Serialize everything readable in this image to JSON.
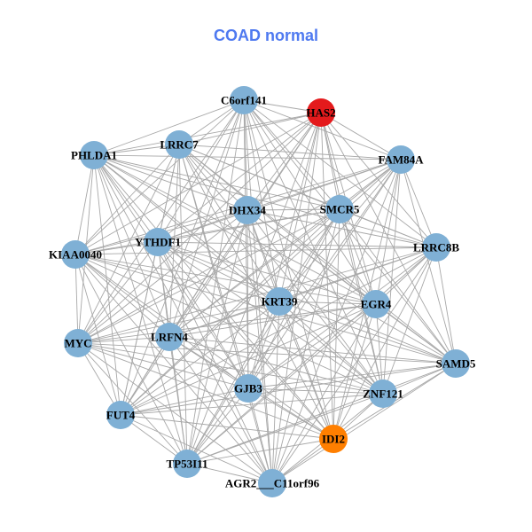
{
  "title": "COAD normal",
  "colors": {
    "default": "#7fb0d5",
    "highlight_red": "#e41a1c",
    "highlight_orange": "#ff7f00",
    "edge": "#a8a8a8",
    "title": "#4e79f0"
  },
  "nodes": [
    {
      "id": "C6orf141",
      "color": "default"
    },
    {
      "id": "HAS2",
      "color": "highlight_red"
    },
    {
      "id": "LRRC7",
      "color": "default"
    },
    {
      "id": "PHLDA1",
      "color": "default"
    },
    {
      "id": "FAM84A",
      "color": "default"
    },
    {
      "id": "DHX34",
      "color": "default"
    },
    {
      "id": "SMCR5",
      "color": "default"
    },
    {
      "id": "YTHDF1",
      "color": "default"
    },
    {
      "id": "KIAA0040",
      "color": "default"
    },
    {
      "id": "LRRC8B",
      "color": "default"
    },
    {
      "id": "KRT39",
      "color": "default"
    },
    {
      "id": "EGR4",
      "color": "default"
    },
    {
      "id": "MYC",
      "color": "default"
    },
    {
      "id": "LRFN4",
      "color": "default"
    },
    {
      "id": "SAMD5",
      "color": "default"
    },
    {
      "id": "GJB3",
      "color": "default"
    },
    {
      "id": "ZNF121",
      "color": "default"
    },
    {
      "id": "FUT4",
      "color": "default"
    },
    {
      "id": "IDI2",
      "color": "highlight_orange"
    },
    {
      "id": "TP53I11",
      "color": "default"
    },
    {
      "id": "AGR2___C11orf96",
      "color": "default"
    }
  ],
  "edges": "all-pairs"
}
